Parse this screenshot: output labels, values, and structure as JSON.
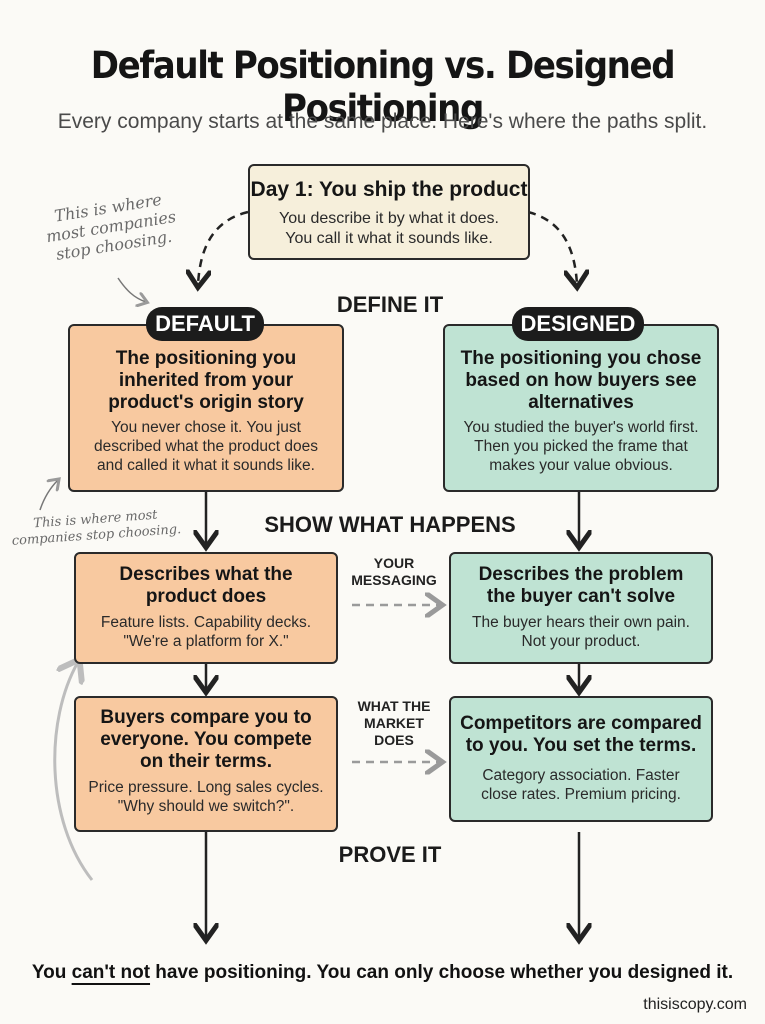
{
  "title": "Default Positioning vs. Designed Positioning",
  "subtitle": "Every company starts at the same place. Here's where the paths split.",
  "start": {
    "heading": "Day 1: You ship the product",
    "body_line1": "You describe it by what it does.",
    "body_line2": "You call it what it sounds like."
  },
  "stages": {
    "define": "DEFINE IT",
    "show": "SHOW WHAT HAPPENS",
    "prove": "PROVE IT"
  },
  "notes": {
    "top_line1": "This is where",
    "top_line2": "most companies",
    "top_line3": "stop choosing.",
    "side_line1": "This is where most",
    "side_line2": "companies stop choosing."
  },
  "default": {
    "badge": "DEFAULT",
    "heading_line1": "The positioning you",
    "heading_line2": "inherited from your",
    "heading_line3": "product's origin story",
    "body_line1": "You never chose it. You just",
    "body_line2": "described what the product does",
    "body_line3": "and called it what it sounds like."
  },
  "designed": {
    "badge": "DESIGNED",
    "heading_line1": "The positioning you chose",
    "heading_line2": "based on how buyers see",
    "heading_line3": "alternatives",
    "body_line1": "You studied the buyer's world first.",
    "body_line2": "Then you picked the frame that",
    "body_line3": "makes your value obvious."
  },
  "connectors": {
    "messaging_line1": "YOUR",
    "messaging_line2": "MESSAGING",
    "market_line1": "WHAT THE",
    "market_line2": "MARKET",
    "market_line3": "DOES"
  },
  "default_messaging": {
    "heading_line1": "Describes what the",
    "heading_line2": "product does",
    "body_line1": "Feature lists. Capability decks.",
    "body_line2": "\"We're a platform for X.\""
  },
  "designed_messaging": {
    "heading_line1": "Describes the problem",
    "heading_line2": "the buyer can't solve",
    "body_line1": "The buyer hears their own pain.",
    "body_line2": "Not your product."
  },
  "default_market": {
    "heading_line1": "Buyers compare you to",
    "heading_line2": "everyone. You compete",
    "heading_line3": "on their terms.",
    "body_line1": "Price pressure. Long sales cycles.",
    "body_line2": "\"Why should we switch?\"."
  },
  "designed_market": {
    "heading_line1": "Competitors are compared",
    "heading_line2": "to you. You set the terms.",
    "body_line1": "Category association. Faster",
    "body_line2": "close rates. Premium pricing."
  },
  "footer": {
    "part1": "You ",
    "part2": "can't not",
    "part3": " have positioning. You can only choose whether you designed it."
  },
  "brand": "thisiscopy.com",
  "colors": {
    "default_fill": "#f8c9a0",
    "designed_fill": "#bfe3d3",
    "start_fill": "#f6efdb",
    "badge_fill": "#1c1c1c"
  }
}
